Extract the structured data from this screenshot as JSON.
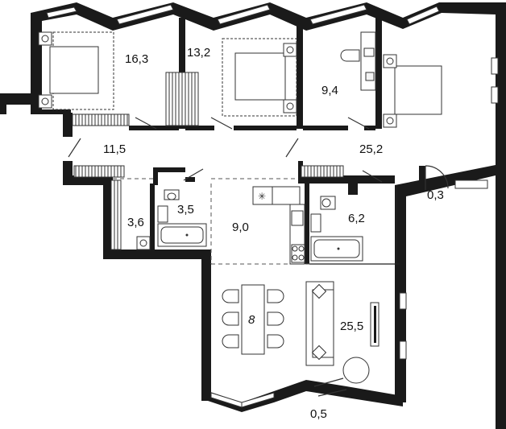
{
  "colors": {
    "wall": "#1a1a1a",
    "background": "#ffffff",
    "furniture_line": "#333333"
  },
  "rooms": [
    {
      "id": "bedroom-1",
      "area": "16,3"
    },
    {
      "id": "bedroom-2",
      "area": "13,2"
    },
    {
      "id": "office",
      "area": "9,4"
    },
    {
      "id": "corridor",
      "area": "11,5"
    },
    {
      "id": "bedroom-3",
      "area": "25,2"
    },
    {
      "id": "niche",
      "area": "0,3"
    },
    {
      "id": "storage",
      "area": "3,6"
    },
    {
      "id": "bathroom-1",
      "area": "3,5"
    },
    {
      "id": "hall",
      "area": "9,0"
    },
    {
      "id": "bathroom-2",
      "area": "6,2"
    },
    {
      "id": "living-room",
      "area": "25,5"
    },
    {
      "id": "balcony",
      "area": "0,5"
    }
  ],
  "dining_table": {
    "seats": "8"
  }
}
